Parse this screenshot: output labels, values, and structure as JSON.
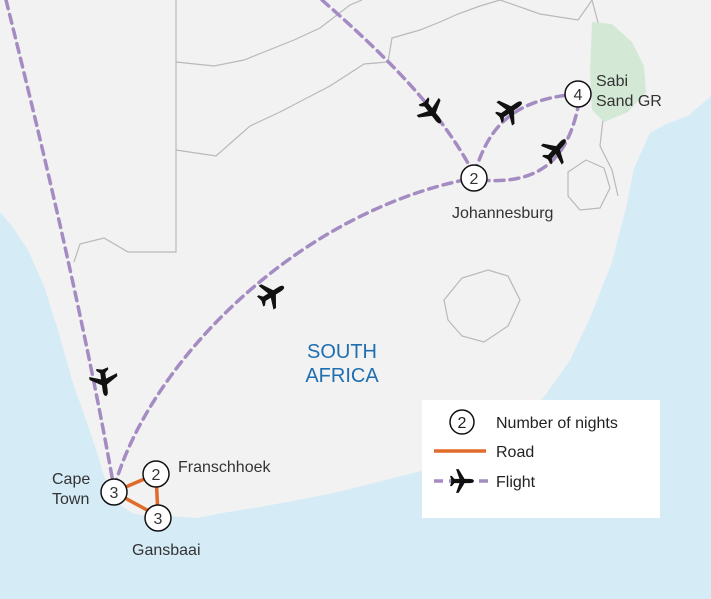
{
  "colors": {
    "sea": "#d5ecf7",
    "land": "#f2f2f2",
    "border": "#b9b9b9",
    "park": "#d3e9d6",
    "flight": "#a48cc3",
    "road": "#e06b2a",
    "country_label": "#1f6fb0",
    "text": "#222222"
  },
  "country": {
    "line1": "SOUTH",
    "line2": "AFRICA"
  },
  "places": {
    "sabi": {
      "line1": "Sabi",
      "line2": "Sand GR",
      "nights": "4"
    },
    "johannesburg": {
      "name": "Johannesburg",
      "nights": "2"
    },
    "cape_town": {
      "line1": "Cape",
      "line2": "Town",
      "nights": "3"
    },
    "franschhoek": {
      "name": "Franschhoek",
      "nights": "2"
    },
    "gansbaai": {
      "name": "Gansbaai",
      "nights": "3"
    }
  },
  "legend": {
    "nights_sample": "2",
    "nights_label": "Number of nights",
    "road_label": "Road",
    "flight_label": "Flight"
  },
  "icons": {
    "flight": "airplane-icon",
    "stop": "numbered-circle-icon"
  }
}
